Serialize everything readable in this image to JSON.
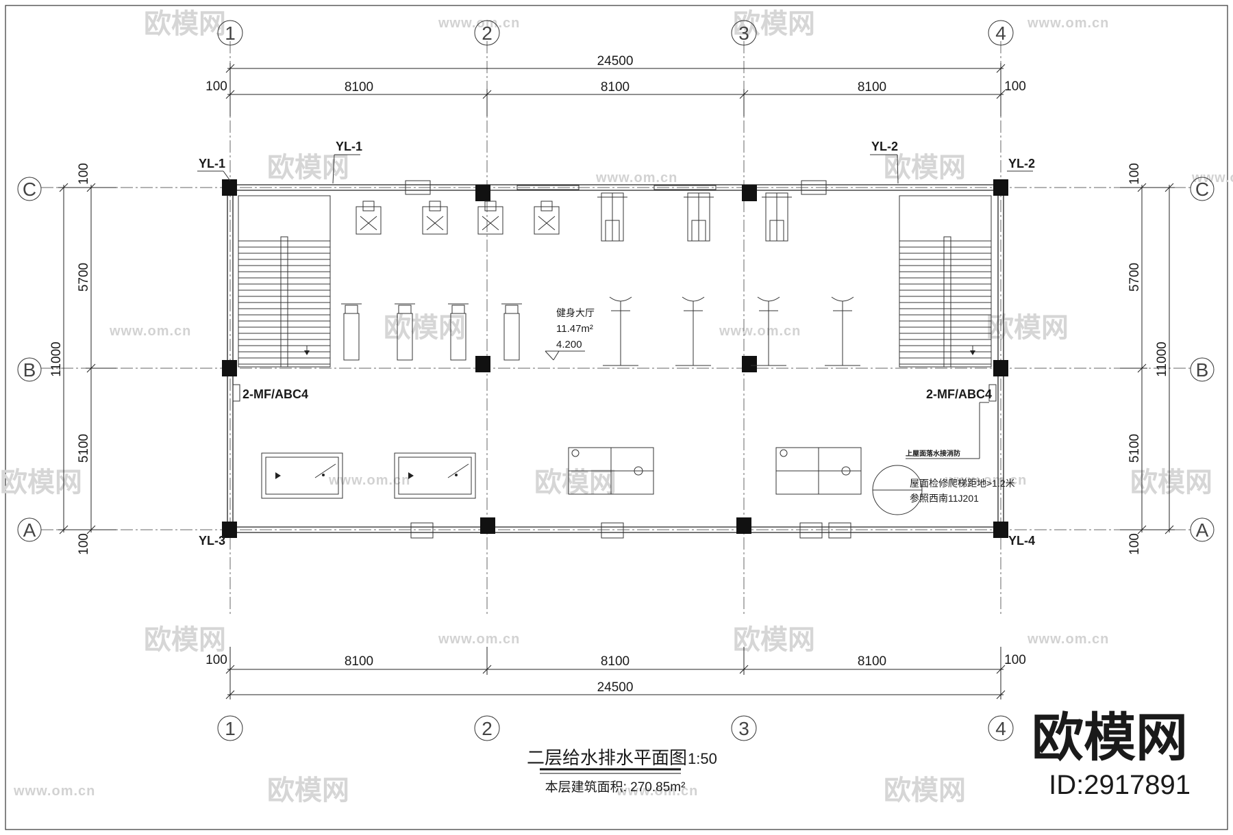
{
  "drawing": {
    "title": "二层给水排水平面图",
    "scale": "1:50",
    "area_note": "本层建筑面积: 270.85m²"
  },
  "grid": {
    "columns": [
      "1",
      "2",
      "3",
      "4"
    ],
    "rows": [
      "C",
      "B",
      "A"
    ]
  },
  "dimensions": {
    "overall_horizontal": "24500",
    "bays": [
      "8100",
      "8100",
      "8100"
    ],
    "edge": "100",
    "overall_vertical": "11000",
    "upper_span": "5700",
    "lower_span": "5100"
  },
  "risers": {
    "corner_labels": [
      "YL-1",
      "YL-2",
      "YL-3",
      "YL-4"
    ],
    "top_labels": [
      "YL-1",
      "YL-2"
    ]
  },
  "extinguishers": [
    "2-MF/ABC4",
    "2-MF/ABC4"
  ],
  "room": {
    "name": "健身大厅",
    "area": "11.47m²",
    "elevation": "4.200"
  },
  "notes": {
    "roof_drain": "上屋面落水接消防",
    "roof_access_line1": "屋面检修爬梯距地>1.2米",
    "roof_access_line2": "参照西南11J201"
  },
  "watermark": {
    "brand": "欧模网",
    "url": "www.om.cn",
    "id": "ID:2917891"
  }
}
